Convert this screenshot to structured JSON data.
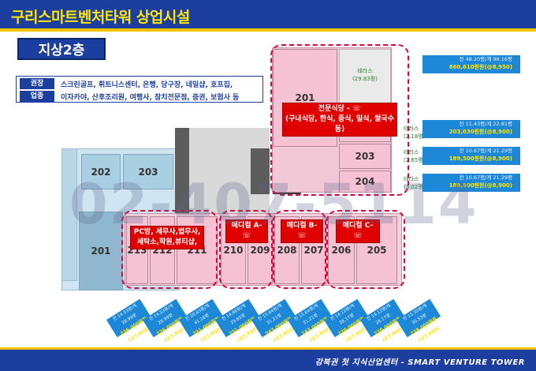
{
  "header": {
    "title": "구리스마트벤처타워 상업시설"
  },
  "floor": {
    "label": "지상2층"
  },
  "recommend": {
    "tag_line1": "권장",
    "tag_line2": "업종",
    "line1": "스크린골프, 휘트니스센터, 은행, 당구장, 네일샵, 호프집,",
    "line2": "이자카야, 산후조리원, 여행사, 참치전문점, 증권, 보험사 등"
  },
  "units": {
    "u201_top": "201",
    "u202_tower": "202",
    "u203_tower": "203",
    "u204_tower": "204",
    "u202_left": "202",
    "u203_left": "203",
    "u201_left": "201",
    "u213": "213",
    "u212": "212",
    "u211": "211",
    "u210": "210",
    "u209": "209",
    "u208": "208",
    "u207": "207",
    "u206": "206",
    "u205": "205"
  },
  "callouts": {
    "restaurant_line1": "전문식당 - ☏",
    "restaurant_line2": "(구내식당, 한식, 중식, 일식, 쌀국수 등)",
    "pc_line1": "PC방, 세무사,법무사,",
    "pc_line2": "세탁소,학원,뷰티샵,",
    "medical_a": "메디컬 A-☏",
    "medical_b": "메디컬 B-☏",
    "medical_c": "메디컬 C-☏"
  },
  "terraces": {
    "top": "테라스",
    "top_area": "(29.83평)",
    "t2": "테라스",
    "t2_area": "(2.18평)",
    "t3": "테라스",
    "t3_area": "(2.65평)",
    "t4": "테라스",
    "t4_area": "(3.02평)"
  },
  "price_tags_right": [
    {
      "area": "전 48.20평/계 96.16평",
      "price": "860,610원원(@8,950)"
    },
    {
      "area": "전 11.43평/계 22.81평",
      "price": "203,030원원(@8,900)"
    },
    {
      "area": "전 10.67평/계 21.29평",
      "price": "189,500원원(@8,900)"
    },
    {
      "area": "전 10.67평/계 21.29평",
      "price": "189,500원원(@8,900)"
    }
  ],
  "price_tags_bottom": [
    {
      "area": "전 14.53평/계 28.99평",
      "price": "226,000원원(@7,800)"
    },
    {
      "area": "전 14.53평/계 28.99평",
      "price": "226,000원원(@7,800)"
    },
    {
      "area": "전 20.63평/계 41.16평",
      "price": "321,000원원(@7,800)"
    },
    {
      "area": "전 14.86평/계 29.65평",
      "price": "231,000원원(@7,800)"
    },
    {
      "area": "전 15.64평/계 31.21평",
      "price": "243,000원원(@7,800)"
    },
    {
      "area": "전 15.64평/계 31.21평",
      "price": "243,000원원(@7,800)"
    },
    {
      "area": "전 14.12평/계 28.17평",
      "price": "220,000원원(@7,800)"
    },
    {
      "area": "전 14.12평/계 28.17평",
      "price": "220,000원원(@7,800)"
    },
    {
      "area": "전 15.30평/계 30.53평",
      "price": "238,000원원(@7,800)"
    }
  ],
  "watermark": {
    "phone": "02-407-5114"
  },
  "footer": {
    "text": "강북권 첫 지식산업센터 - SMART VENTURE TOWER"
  },
  "colors": {
    "brand_blue": "#1c3f9f",
    "accent_yellow": "#ffe600",
    "unit_pink": "#f5c2d3",
    "zone_red": "#e00000",
    "tag_blue": "#1e88d8"
  }
}
